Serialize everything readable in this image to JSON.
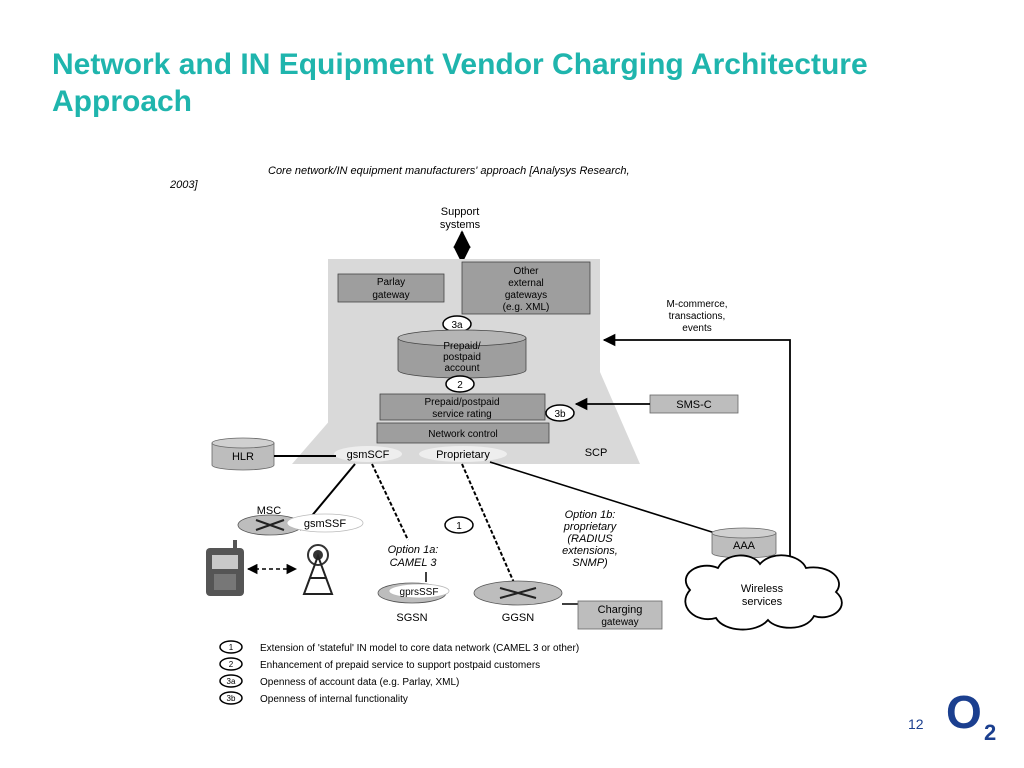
{
  "slide": {
    "title": "Network and IN Equipment Vendor Charging Architecture Approach",
    "page_number": "12",
    "logo_text": "O",
    "logo_sub": "2"
  },
  "diagram": {
    "caption_line1": "Core network/IN equipment manufacturers' approach [Analysys Research,",
    "caption_line2": "2003]",
    "support_line1": "Support",
    "support_line2": "systems",
    "parlay_line1": "Parlay",
    "parlay_line2": "gateway",
    "other_line1": "Other",
    "other_line2": "external",
    "other_line3": "gateways",
    "other_line4": "(e.g. XML)",
    "prepaid_line1": "Prepaid/",
    "prepaid_line2": "postpaid",
    "prepaid_line3": "account",
    "rating_line1": "Prepaid/postpaid",
    "rating_line2": "service rating",
    "network_control": "Network control",
    "gsmscf": "gsmSCF",
    "proprietary": "Proprietary",
    "scp": "SCP",
    "hlr": "HLR",
    "smsc": "SMS-C",
    "mcommerce_line1": "M-commerce,",
    "mcommerce_line2": "transactions,",
    "mcommerce_line3": "events",
    "msc": "MSC",
    "gsmssf": "gsmSSF",
    "gprsssf": "gprsSSF",
    "sgsn": "SGSN",
    "ggsn": "GGSN",
    "aaa": "AAA",
    "wireless_line1": "Wireless",
    "wireless_line2": "services",
    "charging_line1": "Charging",
    "charging_line2": "gateway",
    "option1a_line1": "Option 1a:",
    "option1a_line2": "CAMEL 3",
    "option1b_line1": "Option 1b:",
    "option1b_line2": "proprietary",
    "option1b_line3": "(RADIUS",
    "option1b_line4": "extensions,",
    "option1b_line5": "SNMP)",
    "marker_1": "1",
    "marker_2": "2",
    "marker_3a": "3a",
    "marker_3b": "3b"
  },
  "legend": [
    {
      "marker": "1",
      "text": "Extension of 'stateful' IN model to core data network (CAMEL 3 or other)"
    },
    {
      "marker": "2",
      "text": "Enhancement of prepaid service to support postpaid customers"
    },
    {
      "marker": "3a",
      "text": "Openness of account data (e.g. Parlay, XML)"
    },
    {
      "marker": "3b",
      "text": "Openness of internal functionality"
    }
  ],
  "colors": {
    "title": "#1fb5ad",
    "scp_panel": "#d9d9d9",
    "box": "#9e9e9e",
    "node": "#bdbdbd",
    "logo": "#1b3f8f"
  }
}
